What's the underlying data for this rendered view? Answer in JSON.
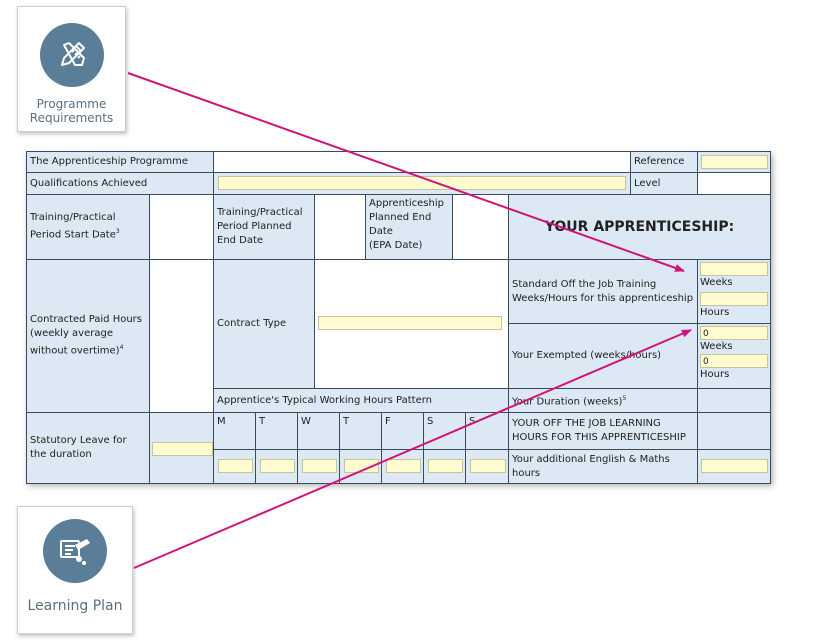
{
  "tiles": {
    "programme": {
      "label_line1": "Programme",
      "label_line2": "Requirements",
      "icon": "pencil-ruler-icon"
    },
    "learning": {
      "label": "Learning Plan",
      "icon": "learning-plan-icon"
    }
  },
  "form": {
    "programme_label": "The Apprenticeship Programme",
    "reference_label": "Reference",
    "qualifications_label": "Qualifications Achieved",
    "level_label": "Level",
    "start_label": "Training/Practical Period Start Date",
    "start_sup": "3",
    "planned_end_label": "Training/Practical Period Planned End Date",
    "epa_label_1": "Apprenticeship Planned End Date",
    "epa_label_2": "(EPA Date)",
    "heading": "YOUR APPRENTICESHIP:",
    "contracted_label": "Contracted Paid Hours (weekly average without overtime)",
    "contracted_sup": "4",
    "contract_type_label": "Contract Type",
    "standard_label": "Standard Off the Job Training Weeks/Hours for this apprenticeship",
    "weeks_label": "Weeks",
    "hours_label": "Hours",
    "exempted_label": "Your Exempted (weeks/hours)",
    "exempted_weeks_value": "0",
    "exempted_hours_value": "0",
    "working_pattern_label": "Apprentice's Typical Working Hours Pattern",
    "duration_label": "Your Duration (weeks)",
    "duration_sup": "5",
    "statutory_label": "Statutory Leave for the duration",
    "days": [
      "M",
      "T",
      "W",
      "T",
      "F",
      "S",
      "S"
    ],
    "off_job_label": "YOUR OFF THE JOB LEARNING HOURS FOR THIS APPRENTICESHIP",
    "english_maths_label": "Your additional English & Maths hours"
  },
  "colors": {
    "label_bg": "#dce8f3",
    "input_bg": "#fffbd0",
    "arrow": "#d0157a",
    "icon_circle": "#5b7e98"
  }
}
